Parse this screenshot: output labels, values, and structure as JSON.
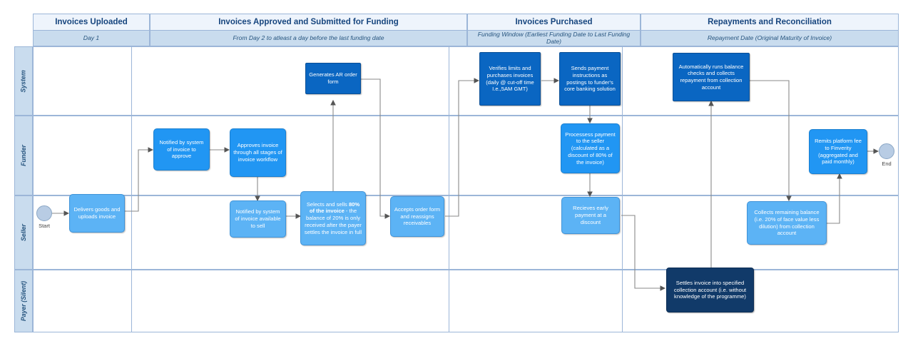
{
  "phases": [
    {
      "title": "Invoices Uploaded",
      "subtitle": "Day 1"
    },
    {
      "title": "Invoices Approved and Submitted for Funding",
      "subtitle": "From Day 2 to atleast a day before the last funding date"
    },
    {
      "title": "Invoices Purchased",
      "subtitle": "Funding Window (Earliest Funding Date to Last Funding Date)"
    },
    {
      "title": "Repayments and Reconciliation",
      "subtitle": "Repayment Date (Original Maturity of Invoice)"
    }
  ],
  "lanes": [
    {
      "label": "System"
    },
    {
      "label": "Funder"
    },
    {
      "label": "Seller"
    },
    {
      "label": "Payer (Silent)"
    }
  ],
  "endpoints": {
    "start": "Start",
    "end": "End"
  },
  "nodes": {
    "generates_ar": "Generates AR order form",
    "verifies_limits": "Verifies limits and purchases invoices (daily @ cut-off time I.e.,5AM GMT)",
    "sends_payment": "Sends payment instructions as postings to funder's core banking solution",
    "auto_balance": "Automatically runs balance checks and collects repayment from collection account",
    "notified_approve": "Notified by system of invoice to approve",
    "approves_invoice": "Approves invoice through all stages of invoice workflow",
    "processes_payment": "Processess payment to the seller (calculated as a discount of 80% of the invoice)",
    "remits_fee": "Remits platform fee to Finverity (aggregated and paid monthly)",
    "delivers_goods": "Delivers goods and uploads invoice",
    "notified_sell": "Notified by system of invoice available to sell",
    "selects_sells_pre": "Selects and sells ",
    "selects_sells_bold": "80% of the invoice",
    "selects_sells_post": " - the balance of 20% is only received after the payer settles the invoice in full",
    "accepts_order": "Accepts order form and reassigns receivables",
    "recieves_early": "Recieves early payment at a discount",
    "collects_balance": "Collects remaining balance (i.e. 20% of face value less dilution) from collection account",
    "settles_invoice": "Settles invoice into specified collection account (i.e. without knowledge of the programme)"
  },
  "colors": {
    "dark_blue": "#0a66c2",
    "mid_blue": "#2196f3",
    "light_blue": "#5cb3f5",
    "navy": "#113a69",
    "lane_header": "#c9dcee",
    "phase_header": "#eef4fc",
    "border": "#9cb6d8",
    "header_text": "#16457e",
    "connector": "#8a8a8a"
  }
}
